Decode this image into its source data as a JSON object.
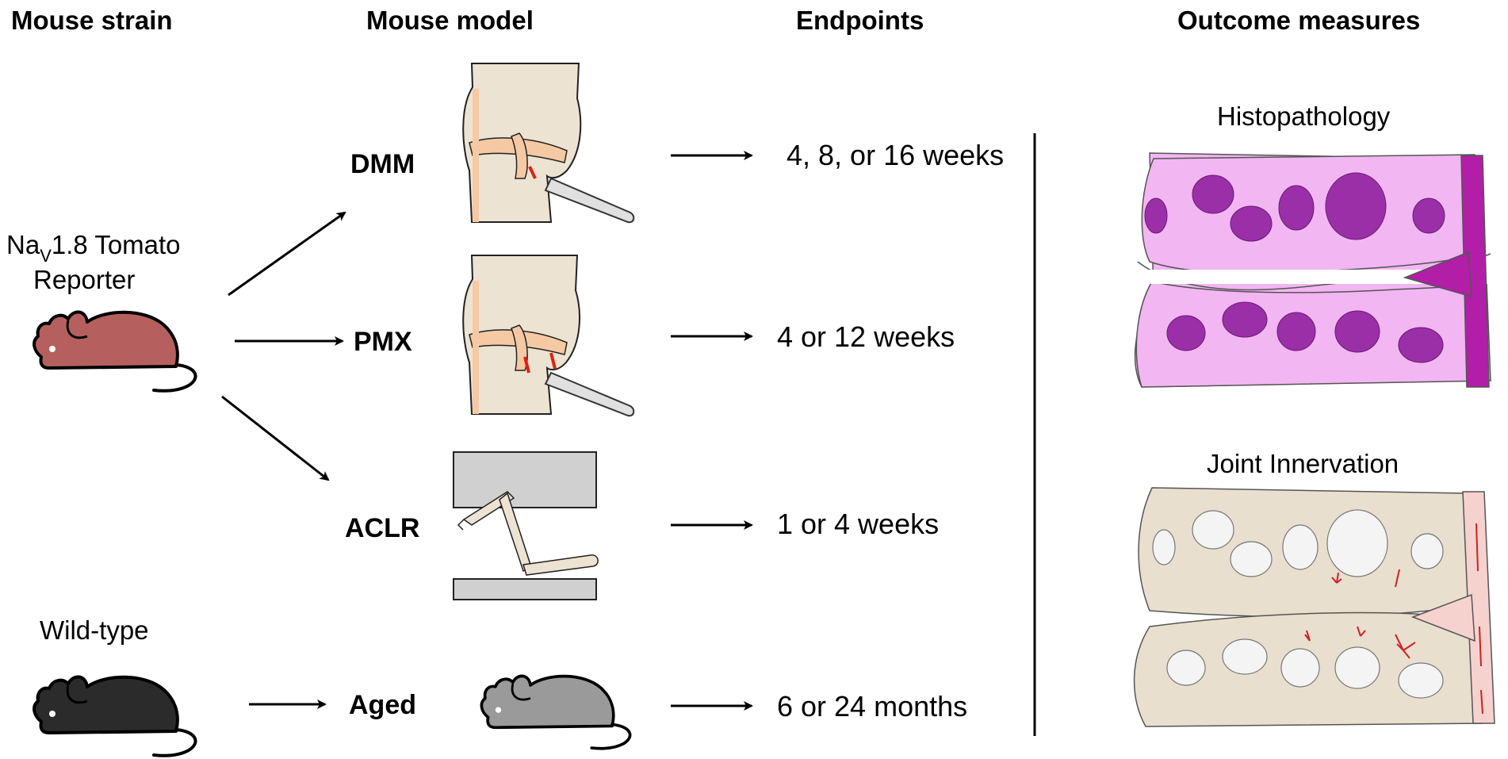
{
  "headers": {
    "mouse_strain": "Mouse strain",
    "mouse_model": "Mouse model",
    "endpoints": "Endpoints",
    "outcome_measures": "Outcome measures"
  },
  "strains": {
    "nav_prefix": "Na",
    "nav_sub": "V",
    "nav_suffix": "1.8 Tomato",
    "nav_line2": "Reporter",
    "wild_type": "Wild-type"
  },
  "models": {
    "dmm": "DMM",
    "pmx": "PMX",
    "aclr": "ACLR",
    "aged": "Aged"
  },
  "endpoints": {
    "dmm": "4, 8, or 16 weeks",
    "pmx": "4 or 12 weeks",
    "aclr": "1 or 4 weeks",
    "aged": "6 or 24 months"
  },
  "outcomes": {
    "histopathology": "Histopathology",
    "joint_innervation": "Joint Innervation"
  },
  "colors": {
    "reporter_mouse": "#b5605f",
    "wildtype_mouse": "#2b2b2b",
    "aged_mouse": "#9a9a9a",
    "bone": "#ede3d3",
    "ligament": "#f5c9a3",
    "histo_pink": "#f2b6f2",
    "histo_marrow": "#9b2fa8",
    "innervation_bone": "#e9dfcf",
    "nerve_red": "#cc2222"
  }
}
